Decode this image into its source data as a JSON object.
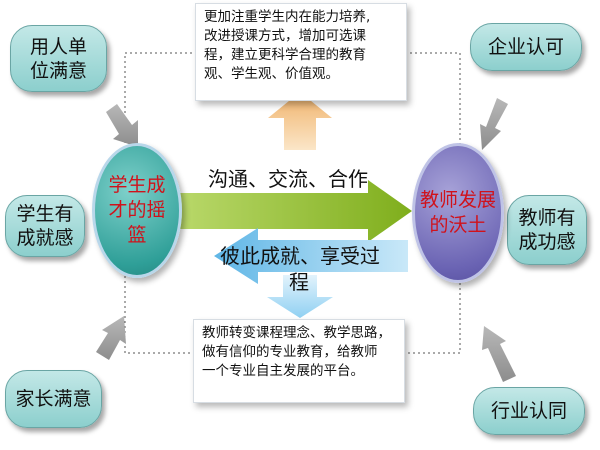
{
  "colors": {
    "pill_fill": "#9fd8d6",
    "student_circle": "#35a69f",
    "teacher_circle": "#736bb8",
    "circle_text": "#d0121b",
    "green_arrow": "#8fbb2a",
    "blue_arrow": "#7fc6ec",
    "orange_arrow": "#f3c184"
  },
  "left_items": {
    "employer": [
      "用人单",
      "位满意"
    ],
    "student": [
      "学生有",
      "成就感"
    ],
    "parent": [
      "家长满意"
    ]
  },
  "right_items": {
    "enterprise": [
      "企业认可"
    ],
    "teacher": [
      "教师有",
      "成功感"
    ],
    "industry": [
      "行业认同"
    ]
  },
  "top_note": [
    "更加注重学生内在能力培养,",
    "改进授课方式，增加可选课",
    "程，建立更科学合理的教育",
    "观、学生观、价值观。"
  ],
  "bottom_note": [
    "教师转变课程理念、教学思路，",
    "做有信仰的专业教育，给教师",
    "一个专业自主发展的平台。"
  ],
  "center_left": [
    "学生成",
    "才的摇",
    "篮"
  ],
  "center_right": [
    "教师发展",
    "的沃土"
  ],
  "arrow_top_text": "沟通、交流、合作",
  "arrow_bottom_text": [
    "彼此成就、享受过",
    "程"
  ]
}
